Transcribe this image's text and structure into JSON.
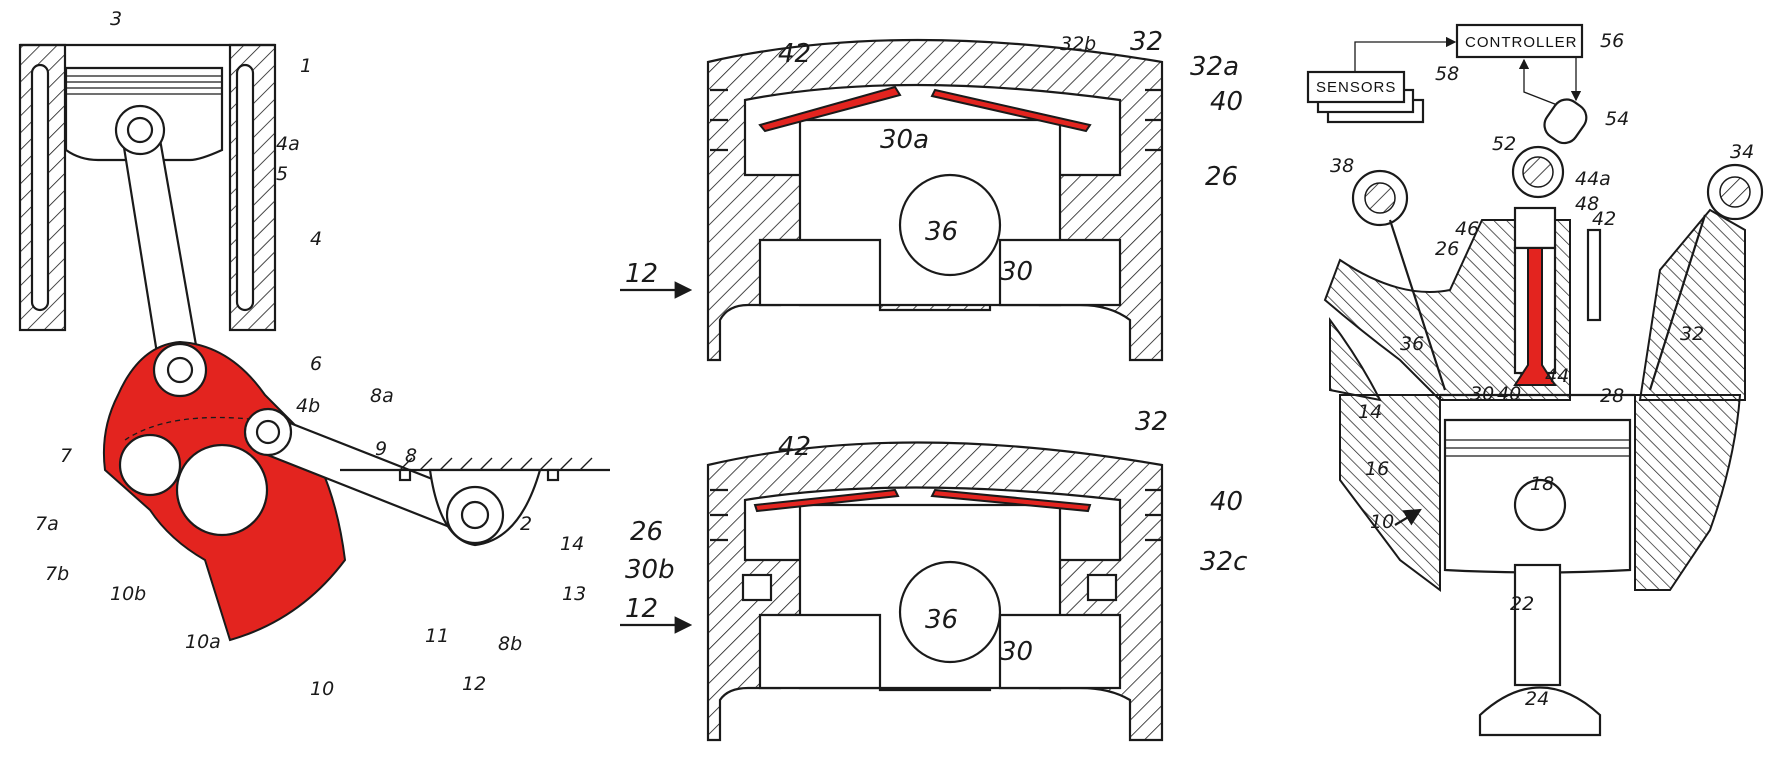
{
  "figures": [
    {
      "name": "variable-compression-linkage",
      "labels": [
        "3",
        "1",
        "4a",
        "5",
        "4",
        "6",
        "4b",
        "8a",
        "7",
        "9",
        "8",
        "2",
        "7a",
        "7b",
        "10b",
        "10a",
        "10",
        "11",
        "12",
        "8b",
        "13",
        "14"
      ]
    },
    {
      "name": "piston-section-top",
      "labels": [
        "42",
        "32b",
        "32",
        "32a",
        "40",
        "30a",
        "26",
        "36",
        "12",
        "30"
      ]
    },
    {
      "name": "piston-section-bottom",
      "labels": [
        "42",
        "32",
        "40",
        "26",
        "30b",
        "32c",
        "36",
        "12",
        "30"
      ]
    },
    {
      "name": "engine-valve-control",
      "controller": "CONTROLLER",
      "sensors": "SENSORS",
      "labels": [
        "56",
        "58",
        "54",
        "52",
        "38",
        "34",
        "44a",
        "48",
        "42",
        "46",
        "26",
        "36",
        "32",
        "30",
        "40",
        "44",
        "28",
        "14",
        "16",
        "18",
        "10",
        "22",
        "24"
      ]
    }
  ],
  "colors": {
    "highlight": "#e3241f",
    "line": "#1a1a1a",
    "background": "#ffffff"
  }
}
